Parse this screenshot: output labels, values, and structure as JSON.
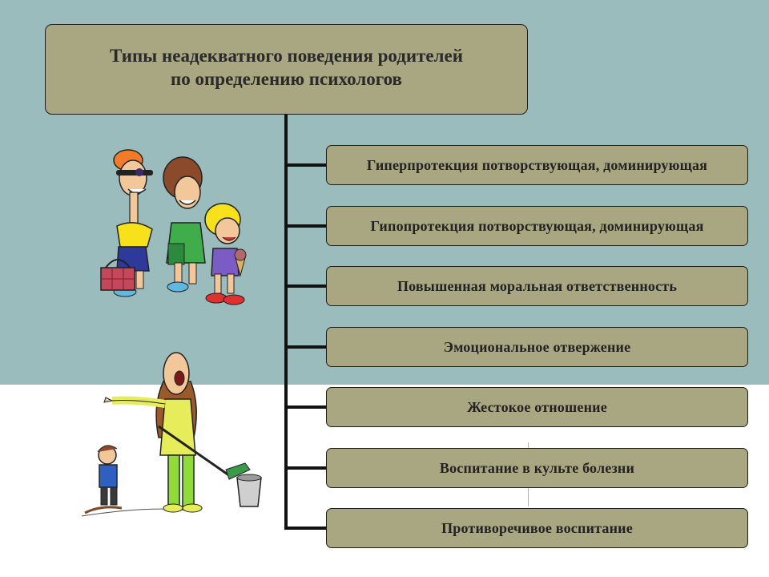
{
  "title": "Типы неадекватного поведения родителей\nпо определению психологов",
  "items": [
    "Гиперпротекция потворствующая, доминирующая",
    "Гипопротекция потворствующая, доминирующая",
    "Повышенная моральная ответственность",
    "Эмоциональное отвержение",
    "Жестокое отношение",
    "Воспитание в культе болезни",
    "Противоречивое воспитание"
  ],
  "colors": {
    "background_top": "#9bbcbc",
    "background_bottom": "#ffffff",
    "box_fill": "#a9a682",
    "box_border": "#1d1d1d",
    "connector": "#111111"
  },
  "illustrations": [
    {
      "icon": "family-walking-illustration"
    },
    {
      "icon": "scolding-mother-illustration"
    }
  ]
}
